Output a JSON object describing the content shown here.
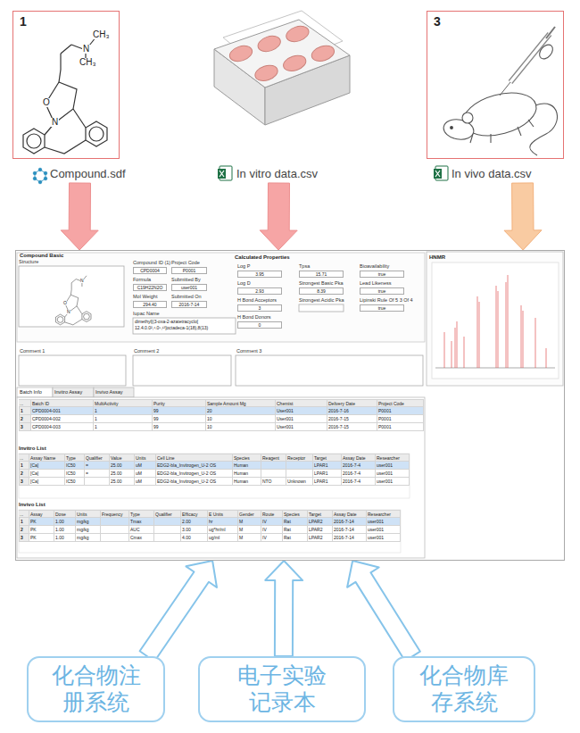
{
  "diagram": {
    "nodes": [
      {
        "text": [
          "1",
          "Compound.sdf"
        ]
      },
      {
        "text": [
          "In vitro data.csv"
        ]
      },
      {
        "text": [
          "3",
          "In vivo data.csv"
        ]
      },
      {
        "text": [
          "Compound Basic"
        ]
      },
      {
        "text": [
          "化合物注册系统"
        ]
      },
      {
        "text": [
          "电子实验记录本"
        ]
      },
      {
        "text": [
          "化合物库存系统"
        ]
      }
    ],
    "edges": [
      {
        "from": 0,
        "to": 3,
        "arrow": "to"
      },
      {
        "from": 1,
        "to": 3,
        "arrow": "to"
      },
      {
        "from": 2,
        "to": 3,
        "arrow": "to"
      },
      {
        "from": 4,
        "to": 3,
        "arrow": "to"
      },
      {
        "from": 5,
        "to": 3,
        "arrow": "to"
      },
      {
        "from": 6,
        "to": 3,
        "arrow": "to"
      }
    ],
    "labels": [
      "N",
      "CH₃",
      "CH₃",
      "O",
      "N",
      "N",
      "O",
      "N",
      "Structure",
      "Compound ID (1)",
      "CPD0004",
      "Project Code",
      "P0001",
      "Formula",
      "C19H22N2O",
      "Submitted By",
      "user001",
      "Mol Weight",
      "294.40",
      "Submitted On",
      "2016-7-14",
      "Iupac Name",
      "dimethyl[(3-oxa-2-azatetracyclo[",
      "12.4.0.0²,⁶.0⁸,¹³]octadeca-1(18),8(13)",
      "Calculated Properties",
      "Log P",
      "3.95",
      "Tpsa",
      "15.71",
      "Bioavailability",
      "true",
      "Log D",
      "2.93",
      "Strongest Basic Pka",
      "8.39",
      "Lead Likeness",
      "true",
      "H Bond Acceptors",
      "3",
      "Strongest Acidic Pka",
      "Lipinski Rule Of 5 3 Of 4",
      "true",
      "H Bond Donors",
      "0",
      "HNMR",
      "Comment 1",
      "Comment 2",
      "Comment 3",
      "Batch Info",
      "Invitro Assay",
      "Invivo Assay",
      "...",
      "Batch ID",
      "MultiActivity",
      "Purity",
      "Sample Amount Mg",
      "Chemist",
      "Delivery Date",
      "Project Code",
      "1",
      "CPD0004-001",
      "1",
      "99",
      "20",
      "User001",
      "2016-7-16",
      "P0001",
      "2",
      "CPD0004-002",
      "1",
      "99",
      "10",
      "User001",
      "2016-7-15",
      "P0001",
      "3",
      "CPD0004-003",
      "1",
      "99",
      "10",
      "User001",
      "2016-7-15",
      "P0001",
      "Invitro List",
      "...",
      "Assay Name",
      "Type",
      "Qualifier",
      "Value",
      "Units",
      "Cell Line",
      "Species",
      "Reagent",
      "Receptor",
      "Target",
      "Assay Date",
      "Researcher",
      "1",
      "[Ca]",
      "IC50",
      "=",
      "25.00",
      "uM",
      "EDG2-bla_Invitrogen_U-2 OS",
      "Human",
      "LPAR1",
      "2016-7-4",
      "user001",
      "2",
      "[Ca]",
      "IC50",
      "=",
      "25.00",
      "uM",
      "EDG2-bla_Invitrogen_U-2 OS",
      "Human",
      "LPAR1",
      "2016-7-4",
      "user001",
      "3",
      "[Ca]",
      "IC50",
      "25.00",
      "uM",
      "EDG2-bla_Invitrogen_U-2 OS",
      "Human",
      "NTO",
      "Unknown",
      "LPAR1",
      "2016-7-4",
      "user001",
      "Invivo List",
      "...",
      "Assay",
      "Dose",
      "Units",
      "Frequency",
      "Type",
      "Qualifier",
      "Efficacy",
      "E Units",
      "Gender",
      "Route",
      "Species",
      "Target",
      "Assay Date",
      "Researcher",
      "1",
      "PK",
      "1.00",
      "mg/kg",
      "Tmax",
      "2.00",
      "hr",
      "M",
      "IV",
      "Rat",
      "LPAR2",
      "2016-7-14",
      "user001",
      "2",
      "PK",
      "1.00",
      "mg/kg",
      "AUC",
      "3.00",
      "ug*hr/ml",
      "M",
      "IV",
      "Rat",
      "LPAR2",
      "2016-7-14",
      "user001",
      "3",
      "PK",
      "1.00",
      "mg/kg",
      "Cmax",
      "4.00",
      "ug/ml",
      "M",
      "IV",
      "Rat",
      "LPAR2",
      "2016-7-14",
      "user001"
    ]
  }
}
